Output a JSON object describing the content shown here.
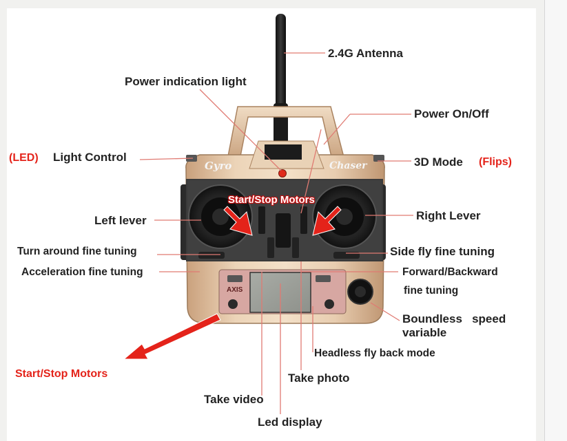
{
  "labels": {
    "antenna": "2.4G Antenna",
    "power_light": "Power indication light",
    "power_onoff": "Power On/Off",
    "light_control": "Light Control",
    "mode_3d": "3D Mode",
    "left_lever": "Left lever",
    "right_lever": "Right Lever",
    "turn_tuning": "Turn around fine tuning",
    "side_tuning": "Side fly fine tuning",
    "accel_tuning": "Acceleration fine tuning",
    "fwd_tuning_1": "Forward/Backward",
    "fwd_tuning_2": "fine tuning",
    "boundless_1": "Boundless   speed",
    "boundless_2": "variable",
    "headless": "Headless fly back mode",
    "take_photo": "Take photo",
    "take_video": "Take video",
    "led_display": "Led display"
  },
  "annotations": {
    "led": "(LED)",
    "flips": "(Flips)",
    "start_stop_top": "Start/Stop Motors",
    "start_stop_bottom": "Start/Stop Motors"
  },
  "device_text": {
    "gyro": "Gyro",
    "chaser": "Chaser",
    "axis": "AXIS"
  },
  "colors": {
    "annotation_red": "#e4231a",
    "leader_line": "#e07a72",
    "body": "#d9b896"
  }
}
